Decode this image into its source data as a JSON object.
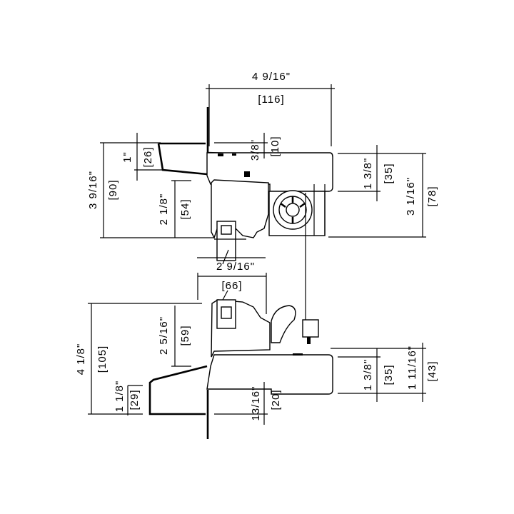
{
  "title": "Door frame section with hinge - dimensioned detail",
  "dimensions": {
    "overall_width_in": "4 9/16\"",
    "overall_width_mm": "[116]",
    "top_stop_in": "1\"",
    "top_stop_mm": "[26]",
    "top_height_in": "3 9/16\"",
    "top_height_mm": "[90]",
    "top_door_in": "2 1/8\"",
    "top_door_mm": "[54]",
    "top_offset_in": "3/8\"",
    "top_offset_mm": "[10]",
    "top_right_in": "1 3/8\"",
    "top_right_mm": "[35]",
    "top_right_total_in": "3 1/16\"",
    "top_right_total_mm": "[78]",
    "glass_in": "2 9/16\"",
    "glass_mm": "[66]",
    "bottom_height_in": "4 1/8\"",
    "bottom_height_mm": "[105]",
    "bottom_door_in": "2 5/16\"",
    "bottom_door_mm": "[59]",
    "bottom_stop_in": "1 1/8\"",
    "bottom_stop_mm": "[29]",
    "bottom_offset_in": "13/16\"",
    "bottom_offset_mm": "[20]",
    "bottom_right_in": "1 3/8\"",
    "bottom_right_mm": "[35]",
    "bottom_right_total_in": "1 11/16\"",
    "bottom_right_total_mm": "[43]"
  }
}
